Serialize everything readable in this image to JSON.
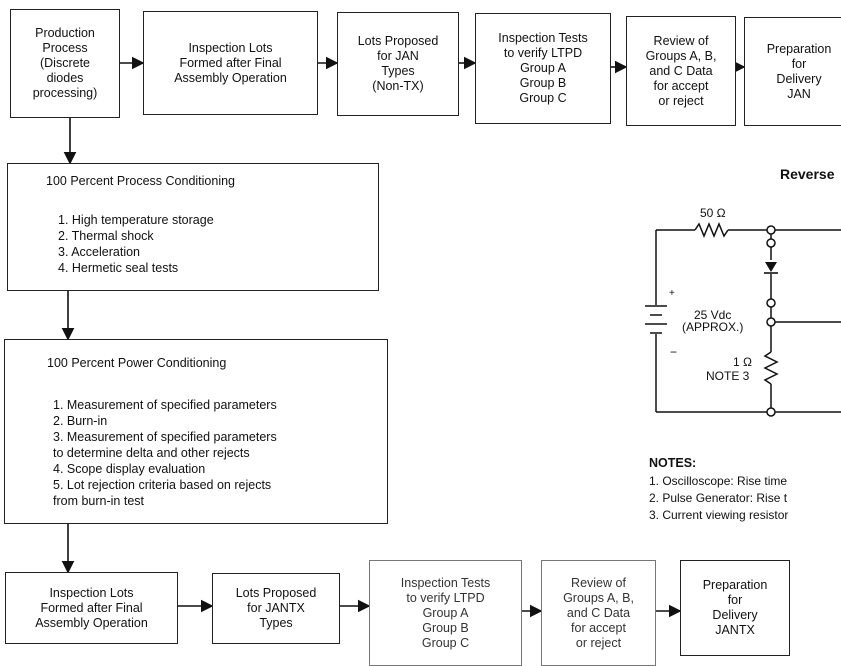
{
  "top_flow": [
    "Production\nProcess\n(Discrete\ndiodes\nprocessing)",
    "Inspection Lots\nFormed after Final\nAssembly Operation",
    "Lots Proposed\nfor JAN\nTypes\n(Non-TX)",
    "Inspection Tests\nto verify LTPD\nGroup A\nGroup B\nGroup C",
    "Review of\nGroups A, B,\nand C Data\nfor accept\nor reject",
    "Preparation\nfor\nDelivery\nJAN"
  ],
  "process_conditioning": {
    "title": "100 Percent Process Conditioning",
    "items": [
      "1.  High temperature storage",
      "2.  Thermal shock",
      "3.  Acceleration",
      "4.  Hermetic seal tests"
    ]
  },
  "power_conditioning": {
    "title": "100 Percent Power Conditioning",
    "items": [
      "1.  Measurement of specified parameters",
      "2.  Burn-in",
      "3.  Measurement of specified parameters\n      to determine delta and other rejects",
      "4.  Scope display evaluation",
      "5.  Lot rejection criteria based on rejects\n      from burn-in test"
    ]
  },
  "bottom_flow": [
    "Inspection Lots\nFormed after Final\nAssembly Operation",
    "Lots Proposed\nfor JANTX\nTypes",
    "Inspection Tests\nto verify LTPD\nGroup A\nGroup B\nGroup C",
    "Review of\nGroups A, B,\nand C Data\nfor accept\nor reject",
    "Preparation\nfor\nDelivery\nJANTX"
  ],
  "circuit": {
    "title": "Reverse",
    "resistor_top": "50 Ω",
    "voltage": "25 Vdc\n(APPROX.)",
    "plus": "+",
    "minus": "−",
    "resistor_current": "1 Ω",
    "note_ref": "NOTE 3"
  },
  "notes": {
    "heading": "NOTES:",
    "items": [
      "1.  Oscilloscope: Rise time",
      "2.  Pulse Generator: Rise t",
      "3.  Current viewing resistor"
    ]
  }
}
